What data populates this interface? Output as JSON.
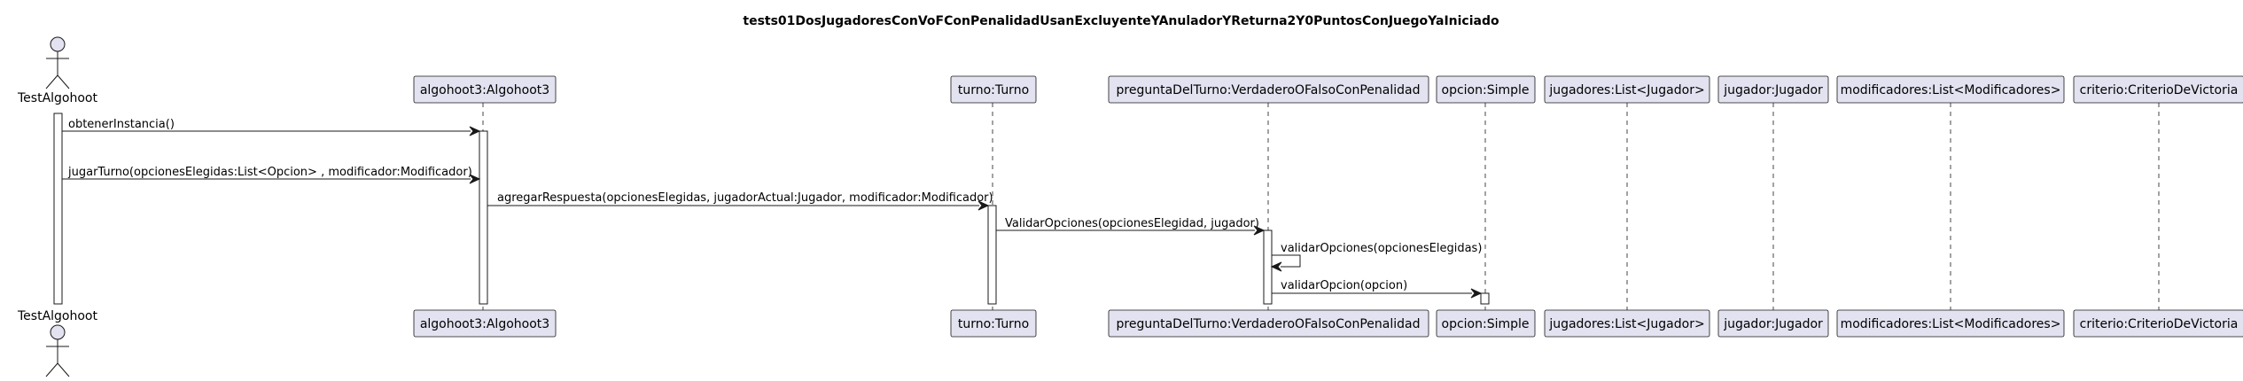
{
  "title": "tests01DosJugadoresConVoFConPenalidadUsanExcluyenteYAnuladorYReturna2Y0PuntosConJuegoYaIniciado",
  "actor": "TestAlgohoot",
  "participants": [
    "algohoot3:Algohoot3",
    "turno:Turno",
    "preguntaDelTurno:VerdaderoOFalsoConPenalidad",
    "opcion:Simple",
    "jugadores:List<Jugador>",
    "jugador:Jugador",
    "modificadores:List<Modificadores>",
    "criterio:CriterioDeVictoria"
  ],
  "messages": [
    "obtenerInstancia()",
    "jugarTurno(opcionesElegidas:List<Opcion> , modificador:Modificador)",
    "agregarRespuesta(opcionesElegidas, jugadorActual:Jugador, modificador:Modificador)",
    "ValidarOpciones(opcionesElegidad, jugador)",
    "validarOpciones(opcionesElegidas)",
    "validarOpcion(opcion)"
  ]
}
